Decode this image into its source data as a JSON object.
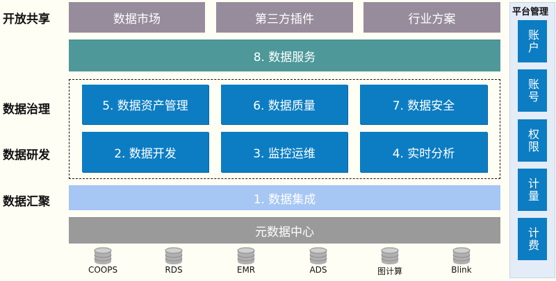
{
  "left_labels": {
    "share": "开放共享",
    "governance": "数据治理",
    "rd": "数据研发",
    "aggregate": "数据汇聚"
  },
  "top_row": [
    "数据市场",
    "第三方插件",
    "行业方案"
  ],
  "service_bar": "8. 数据服务",
  "governance_row": [
    "5. 数据资产管理",
    "6. 数据质量",
    "7. 数据安全"
  ],
  "rd_row": [
    "2. 数据开发",
    "3. 监控运维",
    "4. 实时分析"
  ],
  "integration_bar": "1. 数据集成",
  "metadata_bar": "元数据中心",
  "platform": {
    "title": "平台管理",
    "items": [
      "账户",
      "账号",
      "权限",
      "计量",
      "计费"
    ]
  },
  "sources": [
    "COOPS",
    "RDS",
    "EMR",
    "ADS",
    "图计算",
    "Blink"
  ],
  "colors": {
    "top": "#978c9c",
    "teal": "#4e9899",
    "blue": "#0c7dc2",
    "light_blue": "#a6c6f4",
    "gray": "#9a9a9a",
    "background": "#fffef4"
  }
}
